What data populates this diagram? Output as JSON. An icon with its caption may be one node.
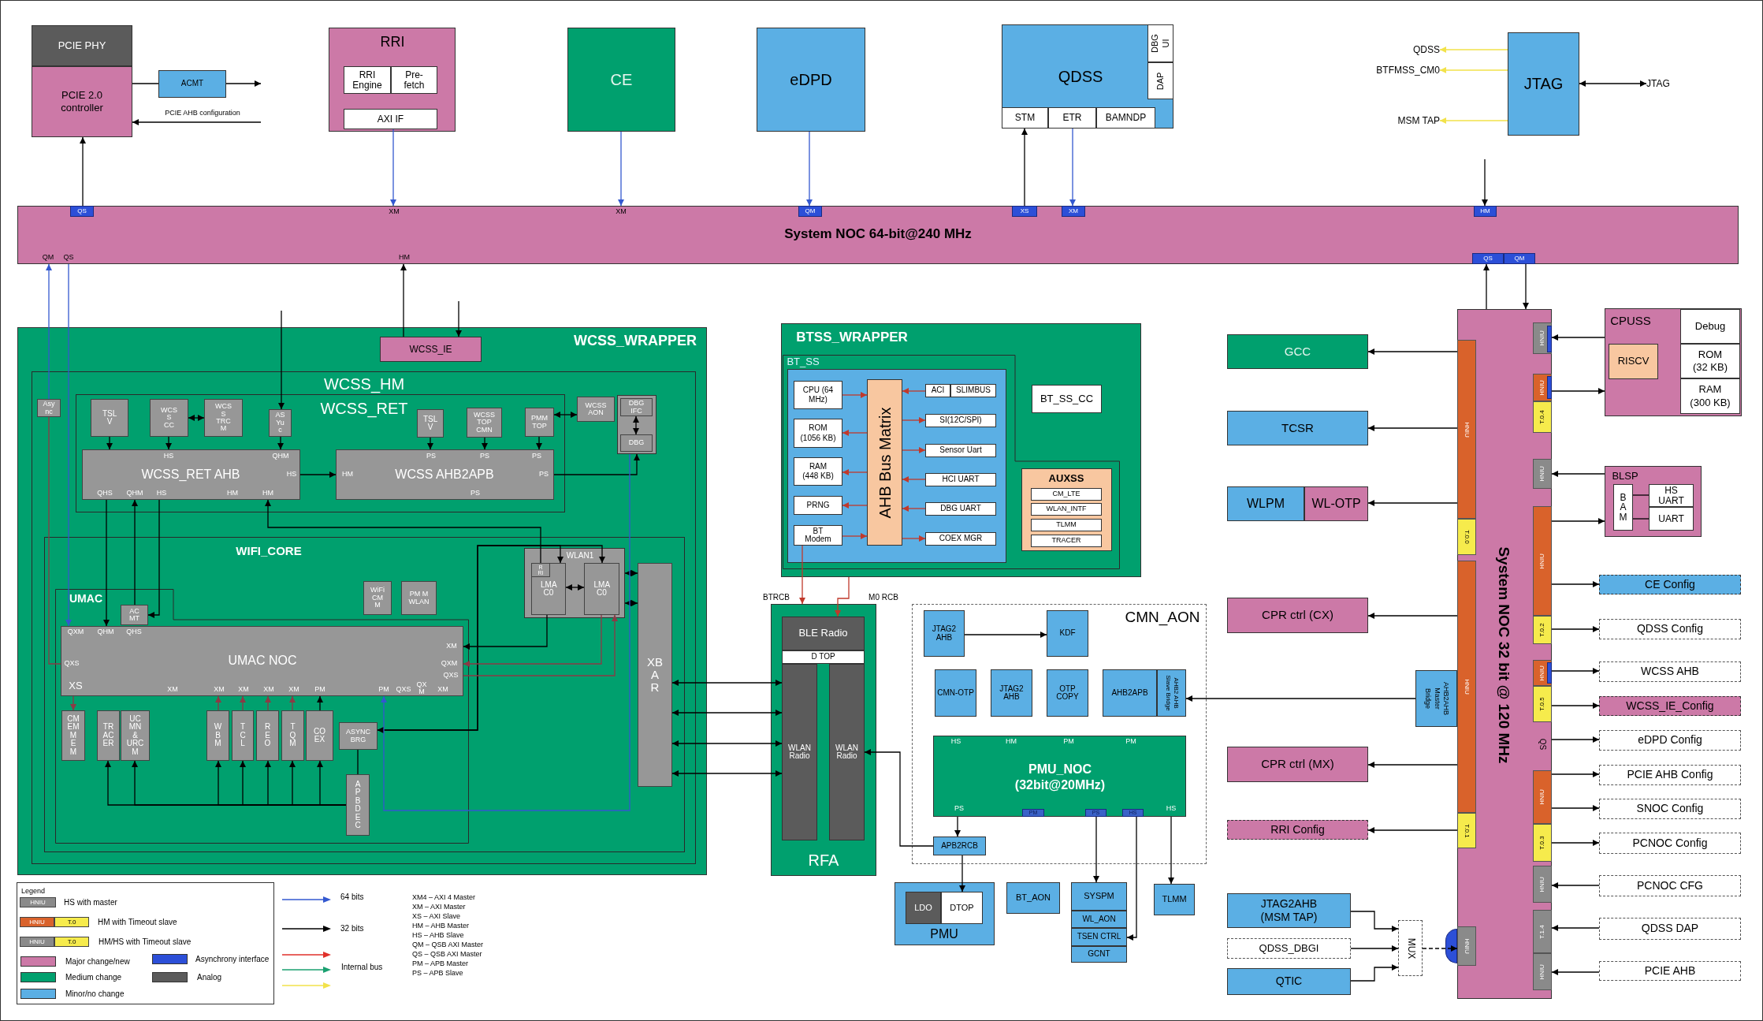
{
  "diagram": {
    "nodes": [
      {
        "text": [
          "PCIE PHY"
        ]
      },
      {
        "text": [
          "PCIE 2.0 controller"
        ]
      },
      {
        "text": [
          "ACMT"
        ]
      },
      {
        "text": [
          "RRI"
        ]
      },
      {
        "text": [
          "RRI Engine"
        ],
        "in": 3
      },
      {
        "text": [
          "Pre-fetch"
        ],
        "in": 3
      },
      {
        "text": [
          "AXI IF"
        ],
        "in": 3
      },
      {
        "text": [
          "CE"
        ]
      },
      {
        "text": [
          "eDPD"
        ]
      },
      {
        "text": [
          "QDSS"
        ]
      },
      {
        "text": [
          "DBG UI"
        ],
        "in": 9
      },
      {
        "text": [
          "DAP"
        ],
        "in": 9
      },
      {
        "text": [
          "STM"
        ],
        "in": 9
      },
      {
        "text": [
          "ETR"
        ],
        "in": 9
      },
      {
        "text": [
          "BAMNDP"
        ],
        "in": 9
      },
      {
        "text": [
          "QDSS"
        ]
      },
      {
        "text": [
          "MSM TAP"
        ]
      },
      {
        "text": [
          "JTAG"
        ]
      },
      {
        "text": [
          "JTAG"
        ]
      },
      {
        "text": [
          "XM",
          "XM",
          "System NOC 64-bit@240 MHz",
          "QM",
          "QS",
          "HM"
        ]
      },
      {
        "text": [
          "QS"
        ],
        "in": 19
      },
      {
        "text": [
          "QM"
        ],
        "in": 19
      },
      {
        "text": [
          "XS"
        ],
        "in": 19
      },
      {
        "text": [
          "XM"
        ],
        "in": 19
      },
      {
        "text": [
          "HM"
        ],
        "in": 19
      },
      {
        "text": [
          "QS"
        ],
        "in": 19
      },
      {
        "text": [
          "QM"
        ],
        "in": 19
      },
      {
        "text": [
          "WCSS_WRAPPER"
        ]
      },
      {
        "text": [
          "WCSS_IE"
        ],
        "in": 27
      },
      {
        "text": [
          "WCSS_HM"
        ],
        "in": 27
      },
      {
        "text": [
          "Asy nc"
        ],
        "in": 29
      },
      {
        "text": [
          "WCSS_RET"
        ],
        "in": 29
      },
      {
        "text": [
          "TSL V"
        ],
        "in": 31
      },
      {
        "text": [
          "WCS S CC"
        ],
        "in": 31
      },
      {
        "text": [
          "WCS S TRC M"
        ],
        "in": 31
      },
      {
        "text": [
          "AS Yu c"
        ],
        "in": 31
      },
      {
        "text": [
          "TSL V"
        ],
        "in": 31
      },
      {
        "text": [
          "WCSS TOP CMN"
        ],
        "in": 31
      },
      {
        "text": [
          "PMM TOP"
        ],
        "in": 31
      },
      {
        "text": [
          "HS",
          "QHM",
          "WCSS_RET AHB",
          "HS",
          "QHS",
          "QHM",
          "HS",
          "HM",
          "HM"
        ],
        "in": 31
      },
      {
        "text": [
          "PS",
          "PS",
          "PS",
          "HM",
          "WCSS AHB2APB",
          "PS",
          "PS"
        ],
        "in": 31
      },
      {
        "text": [
          "WCSS AON"
        ],
        "in": 29
      },
      {
        "text": [],
        "shape": "box",
        "in": 29
      },
      {
        "text": [
          "DBG IFC"
        ],
        "in": 42
      },
      {
        "text": [
          "DBG"
        ],
        "in": 42
      },
      {
        "text": [
          "WIFI_CORE"
        ],
        "in": 29
      },
      {
        "text": [
          "WLAN1"
        ],
        "in": 45
      },
      {
        "text": [
          "LMA C0"
        ],
        "in": 46
      },
      {
        "text": [
          "R RI"
        ],
        "in": 47
      },
      {
        "text": [
          "LMA C0"
        ],
        "in": 46
      },
      {
        "text": [
          "WiFi CM M"
        ],
        "in": 45
      },
      {
        "text": [
          "PM M WLAN"
        ],
        "in": 45
      },
      {
        "text": [
          "XB A R"
        ],
        "in": 45
      },
      {
        "text": [
          "UMAC"
        ],
        "in": 45
      },
      {
        "text": [
          "AC MT"
        ],
        "in": 53
      },
      {
        "text": [
          "QXM",
          "QHM",
          "QHS",
          "XM",
          "QXS",
          "UMAC NOC",
          "QXM",
          "QXS",
          "XS",
          "XM",
          "XM",
          "XM",
          "XM",
          "XM",
          "PM",
          "PM",
          "QXS",
          "QX M",
          "XM"
        ],
        "in": 53
      },
      {
        "text": [
          "CM EM M E M"
        ],
        "in": 53
      },
      {
        "text": [
          "TR AC ER"
        ],
        "in": 53
      },
      {
        "text": [
          "UC MN & URC M"
        ],
        "in": 53
      },
      {
        "text": [
          "W B M"
        ],
        "in": 53
      },
      {
        "text": [
          "T C L"
        ],
        "in": 53
      },
      {
        "text": [
          "R E O"
        ],
        "in": 53
      },
      {
        "text": [
          "T Q M"
        ],
        "in": 53
      },
      {
        "text": [
          "CO EX"
        ],
        "in": 53
      },
      {
        "text": [
          "ASYNC BRG"
        ],
        "in": 53
      },
      {
        "text": [
          "A P B D E C"
        ],
        "in": 53
      },
      {
        "text": [
          "BTSS_WRAPPER"
        ]
      },
      {
        "text": [
          "BT_SS"
        ],
        "in": 66
      },
      {
        "text": [
          "CPU (64 MHz)"
        ],
        "in": 67
      },
      {
        "text": [
          "ROM (1056 KB)"
        ],
        "in": 67
      },
      {
        "text": [
          "RAM (448 KB)"
        ],
        "in": 67
      },
      {
        "text": [
          "PRNG"
        ],
        "in": 67
      },
      {
        "text": [
          "BT Modem"
        ],
        "in": 67
      },
      {
        "text": [
          "AHB Bus Matrix"
        ],
        "in": 67
      },
      {
        "text": [
          "ACI"
        ],
        "in": 67
      },
      {
        "text": [
          "SLIMBUS"
        ],
        "in": 67
      },
      {
        "text": [
          "SI(12C/SPI)"
        ],
        "in": 67
      },
      {
        "text": [
          "Sensor Uart"
        ],
        "in": 67
      },
      {
        "text": [
          "HCI UART"
        ],
        "in": 67
      },
      {
        "text": [
          "DBG UART"
        ],
        "in": 67
      },
      {
        "text": [
          "COEX MGR"
        ],
        "in": 67
      },
      {
        "text": [
          "AUXSS"
        ],
        "in": 67
      },
      {
        "text": [
          "CM_LTE"
        ],
        "in": 81
      },
      {
        "text": [
          "WLAN_INTF"
        ],
        "in": 81
      },
      {
        "text": [
          "TLMM"
        ],
        "in": 81
      },
      {
        "text": [
          "TRACER"
        ],
        "in": 81
      },
      {
        "text": [
          "BT_SS_CC"
        ],
        "in": 66
      },
      {
        "text": [
          "RFA"
        ]
      },
      {
        "text": [
          "BLE Radio"
        ],
        "in": 87
      },
      {
        "text": [
          "D TOP"
        ],
        "in": 87
      },
      {
        "text": [
          "WLAN Radio"
        ],
        "in": 87
      },
      {
        "text": [
          "WLAN Radio"
        ],
        "in": 87
      },
      {
        "text": [
          "CMN_AON"
        ]
      },
      {
        "text": [
          "JTAG2 AHB"
        ],
        "in": 92
      },
      {
        "text": [
          "KDF"
        ],
        "in": 92
      },
      {
        "text": [
          "CMN-OTP"
        ],
        "in": 92
      },
      {
        "text": [
          "JTAG2 AHB"
        ],
        "in": 92
      },
      {
        "text": [
          "OTP COPY"
        ],
        "in": 92
      },
      {
        "text": [
          "AHB2APB"
        ],
        "in": 92
      },
      {
        "text": [
          "AHB2 AHB Slave Bridge"
        ],
        "in": 92
      },
      {
        "text": [
          "HS",
          "HM",
          "PM",
          "PM",
          "PMU_NOC (32bit@20MHz)",
          "PS",
          "HS"
        ],
        "in": 92
      },
      {
        "text": [
          "PM"
        ],
        "in": 100
      },
      {
        "text": [
          "PS"
        ],
        "in": 100
      },
      {
        "text": [
          "HS"
        ],
        "in": 100
      },
      {
        "text": [
          "APB2RCB"
        ],
        "in": 92
      },
      {
        "text": [
          "PMU"
        ]
      },
      {
        "text": [
          "LDO"
        ],
        "in": 105
      },
      {
        "text": [
          "DTOP"
        ],
        "in": 105
      },
      {
        "text": [
          "BT_AON"
        ]
      },
      {
        "text": [
          "SYSPM"
        ]
      },
      {
        "text": [
          "WL_AON"
        ]
      },
      {
        "text": [
          "TSEN CTRL"
        ]
      },
      {
        "text": [
          "GCNT"
        ]
      },
      {
        "text": [
          "TLMM"
        ]
      },
      {
        "text": [
          "GCC"
        ]
      },
      {
        "text": [
          "TCSR"
        ]
      },
      {
        "text": [
          "WLPM"
        ]
      },
      {
        "text": [
          "WL-OTP"
        ]
      },
      {
        "text": [
          "CPR ctrl (CX)"
        ]
      },
      {
        "text": [
          "CPR ctrl (MX)"
        ]
      },
      {
        "text": [
          "RRI Config"
        ]
      },
      {
        "text": [
          "JTAG2AHB (MSM TAP)"
        ]
      },
      {
        "text": [
          "QDSS_DBGI"
        ]
      },
      {
        "text": [
          "QTIC"
        ]
      },
      {
        "text": [
          "MUX"
        ]
      },
      {
        "text": [
          "AHB2AHB Master Bridge"
        ]
      },
      {
        "text": [
          "System NOC 32 bit @ 120 MHz",
          "QS"
        ]
      },
      {
        "text": [
          "HNIU"
        ],
        "in": 126
      },
      {
        "text": [
          "T.0.0"
        ],
        "in": 126
      },
      {
        "text": [
          "HNIU"
        ],
        "in": 126
      },
      {
        "text": [
          "T.0.1"
        ],
        "in": 126
      },
      {
        "text": [
          "HNIU"
        ],
        "in": 126
      },
      {
        "text": [
          "HNIU"
        ],
        "in": 126
      },
      {
        "text": [
          "HNIU"
        ],
        "in": 126
      },
      {
        "text": [
          "T.0.4"
        ],
        "in": 126
      },
      {
        "text": [
          "HNIU"
        ],
        "in": 126
      },
      {
        "text": [
          "HNIU"
        ],
        "in": 126
      },
      {
        "text": [
          "T.0.2"
        ],
        "in": 126
      },
      {
        "text": [
          "HNIU"
        ],
        "in": 126
      },
      {
        "text": [
          "T.0.5"
        ],
        "in": 126
      },
      {
        "text": [
          "HNIU"
        ],
        "in": 126
      },
      {
        "text": [
          "T.0.3"
        ],
        "in": 126
      },
      {
        "text": [
          "HNIU"
        ],
        "in": 126
      },
      {
        "text": [
          "T.1.4"
        ],
        "in": 126
      },
      {
        "text": [
          "HNIU"
        ],
        "in": 126
      },
      {
        "text": [
          "CPUSS"
        ]
      },
      {
        "text": [
          "Debug"
        ],
        "in": 145
      },
      {
        "text": [
          "ROM (32 KB)"
        ],
        "in": 145
      },
      {
        "text": [
          "RAM (300 KB)"
        ],
        "in": 145
      },
      {
        "text": [
          "RISCV"
        ],
        "in": 145
      },
      {
        "text": [
          "BLSP"
        ]
      },
      {
        "text": [
          "B A M"
        ],
        "in": 150
      },
      {
        "text": [
          "HS UART"
        ],
        "in": 150
      },
      {
        "text": [
          "UART"
        ],
        "in": 150
      },
      {
        "text": [
          "CE Config"
        ]
      },
      {
        "text": [
          "QDSS Config"
        ]
      },
      {
        "text": [
          "WCSS AHB"
        ]
      },
      {
        "text": [
          "WCSS_IE_Config"
        ]
      },
      {
        "text": [
          "eDPD Config"
        ]
      },
      {
        "text": [
          "PCIE AHB Config"
        ]
      },
      {
        "text": [
          "SNOC Config"
        ]
      },
      {
        "text": [
          "PCNOC Config"
        ]
      },
      {
        "text": [
          "PCNOC CFG"
        ]
      },
      {
        "text": [
          "QDSS DAP"
        ]
      },
      {
        "text": [
          "PCIE AHB"
        ]
      },
      {
        "text": [
          "BTFMSS_CM0"
        ]
      }
    ],
    "edges": [
      {
        "from": 1,
        "to": 2,
        "arrow": "none"
      },
      {
        "from": 2,
        "to": null,
        "arrow": "to"
      },
      {
        "from": null,
        "to": 1,
        "arrow": "to",
        "label": "PCIE AHB configuration"
      },
      {
        "from": 20,
        "to": 1,
        "arrow": "to"
      },
      {
        "from": 6,
        "to": 19,
        "arrow": "to",
        "color": "#3358d0"
      },
      {
        "from": 7,
        "to": 19,
        "arrow": "to",
        "color": "#3358d0"
      },
      {
        "from": 8,
        "to": 21,
        "arrow": "to",
        "color": "#3358d0"
      },
      {
        "from": 22,
        "to": 12,
        "arrow": "to"
      },
      {
        "from": 13,
        "to": 23,
        "arrow": "to",
        "color": "#3358d0"
      },
      {
        "from": 17,
        "to": 15,
        "arrow": "to",
        "color": "#f2e24a"
      },
      {
        "from": 17,
        "to": 165,
        "arrow": "to",
        "color": "#f2e24a"
      },
      {
        "from": 17,
        "to": 16,
        "arrow": "to",
        "color": "#f2e24a"
      },
      {
        "from": 17,
        "to": 18,
        "arrow": "both"
      },
      {
        "from": null,
        "to": 24,
        "arrow": "to"
      },
      {
        "from": 126,
        "to": 25,
        "arrow": "to"
      },
      {
        "from": 26,
        "to": 126,
        "arrow": "to"
      },
      {
        "from": 30,
        "to": 19,
        "arrow": "to",
        "color": "#3358d0"
      },
      {
        "from": 55,
        "to": 30,
        "arrow": "none",
        "color": "#8b3a45"
      },
      {
        "from": 19,
        "to": 55,
        "arrow": "to",
        "color": "#3358d0"
      },
      {
        "from": 28,
        "to": 19,
        "arrow": "to"
      },
      {
        "from": null,
        "to": 28,
        "arrow": "to"
      },
      {
        "from": null,
        "to": 35,
        "arrow": "to"
      },
      {
        "from": 32,
        "to": 39,
        "arrow": "to"
      },
      {
        "from": 33,
        "to": 39,
        "arrow": "to"
      },
      {
        "from": 33,
        "to": 34,
        "arrow": "both"
      },
      {
        "from": 35,
        "to": 39,
        "arrow": "to"
      },
      {
        "from": 36,
        "to": 40,
        "arrow": "to"
      },
      {
        "from": 37,
        "to": 40,
        "arrow": "to"
      },
      {
        "from": 38,
        "to": 40,
        "arrow": "to"
      },
      {
        "from": 38,
        "to": 41,
        "arrow": "both"
      },
      {
        "from": 43,
        "to": 44,
        "arrow": "both"
      },
      {
        "from": 39,
        "to": 40,
        "arrow": "to"
      },
      {
        "from": 40,
        "to": 42,
        "arrow": "to"
      },
      {
        "from": 39,
        "to": 55,
        "arrow": "to"
      },
      {
        "from": 54,
        "to": 39,
        "arrow": "to"
      },
      {
        "from": 39,
        "to": 54,
        "arrow": "to"
      },
      {
        "from": 48,
        "to": 39,
        "arrow": "to"
      },
      {
        "from": 64,
        "to": 47,
        "arrow": "both"
      },
      {
        "from": 64,
        "to": 49,
        "arrow": "both"
      },
      {
        "from": 47,
        "to": 55,
        "arrow": "to"
      },
      {
        "from": 49,
        "to": 55,
        "arrow": "to",
        "color": "#8b3a45"
      },
      {
        "from": 55,
        "to": 49,
        "arrow": "to",
        "color": "#8b3a45"
      },
      {
        "from": 47,
        "to": 49,
        "arrow": "both"
      },
      {
        "from": 46,
        "to": 52,
        "arrow": "both"
      },
      {
        "from": 46,
        "to": 52,
        "arrow": "both"
      },
      {
        "from": 55,
        "to": 56,
        "arrow": "to",
        "color": "#8b3a45"
      },
      {
        "from": 59,
        "to": 55,
        "arrow": "to",
        "color": "#8b3a45"
      },
      {
        "from": 60,
        "to": 55,
        "arrow": "to",
        "color": "#8b3a45"
      },
      {
        "from": 61,
        "to": 55,
        "arrow": "to",
        "color": "#8b3a45"
      },
      {
        "from": 62,
        "to": 55,
        "arrow": "to",
        "color": "#8b3a45"
      },
      {
        "from": 63,
        "to": 55,
        "arrow": "to"
      },
      {
        "from": 65,
        "to": 57,
        "arrow": "to"
      },
      {
        "from": 65,
        "to": 58,
        "arrow": "to"
      },
      {
        "from": 65,
        "to": 59,
        "arrow": "to"
      },
      {
        "from": 65,
        "to": 60,
        "arrow": "to"
      },
      {
        "from": 65,
        "to": 61,
        "arrow": "to"
      },
      {
        "from": 65,
        "to": 62,
        "arrow": "to"
      },
      {
        "from": 65,
        "to": 63,
        "arrow": "to"
      },
      {
        "from": 64,
        "to": 65,
        "arrow": "none"
      },
      {
        "from": 42,
        "to": 55,
        "arrow": "to",
        "color": "#3358d0"
      },
      {
        "from": 52,
        "to": 90,
        "arrow": "both"
      },
      {
        "from": 52,
        "to": 90,
        "arrow": "both"
      },
      {
        "from": 52,
        "to": 90,
        "arrow": "both"
      },
      {
        "from": 52,
        "to": 90,
        "arrow": "both"
      },
      {
        "from": 68,
        "to": 73,
        "arrow": "to",
        "color": "#c0392b"
      },
      {
        "from": 73,
        "to": 69,
        "arrow": "to",
        "color": "#c0392b"
      },
      {
        "from": 73,
        "to": 70,
        "arrow": "to",
        "color": "#c0392b"
      },
      {
        "from": 73,
        "to": 71,
        "arrow": "to",
        "color": "#c0392b"
      },
      {
        "from": 72,
        "to": 73,
        "arrow": "to",
        "color": "#c0392b"
      },
      {
        "from": 74,
        "to": 73,
        "arrow": "to",
        "color": "#c0392b"
      },
      {
        "from": 73,
        "to": 76,
        "arrow": "to",
        "color": "#c0392b"
      },
      {
        "from": 73,
        "to": 77,
        "arrow": "to",
        "color": "#c0392b"
      },
      {
        "from": 78,
        "to": 73,
        "arrow": "to",
        "color": "#c0392b"
      },
      {
        "from": 79,
        "to": 73,
        "arrow": "to",
        "color": "#c0392b"
      },
      {
        "from": 73,
        "to": 80,
        "arrow": "to",
        "color": "#c0392b"
      },
      {
        "from": 72,
        "to": 87,
        "arrow": "to",
        "label": "BTRCB",
        "color": "#c0392b"
      },
      {
        "from": 66,
        "to": 88,
        "arrow": "to",
        "label": "M0 RCB",
        "color": "#c0392b"
      },
      {
        "from": 104,
        "to": 91,
        "arrow": "to"
      },
      {
        "from": 93,
        "to": 94,
        "arrow": "to"
      },
      {
        "from": 125,
        "to": 99,
        "arrow": "to"
      },
      {
        "from": 100,
        "to": 104,
        "arrow": "to"
      },
      {
        "from": 104,
        "to": 107,
        "arrow": "to"
      },
      {
        "from": 102,
        "to": 109,
        "arrow": "to"
      },
      {
        "from": 103,
        "to": 111,
        "arrow": "to"
      },
      {
        "from": 100,
        "to": 113,
        "arrow": "to"
      },
      {
        "from": 127,
        "to": 114,
        "arrow": "to"
      },
      {
        "from": 127,
        "to": 115,
        "arrow": "to"
      },
      {
        "from": 127,
        "to": 117,
        "arrow": "to"
      },
      {
        "from": 129,
        "to": 118,
        "arrow": "to"
      },
      {
        "from": 129,
        "to": 119,
        "arrow": "to"
      },
      {
        "from": 130,
        "to": 120,
        "arrow": "to"
      },
      {
        "from": 121,
        "to": 124,
        "arrow": "to"
      },
      {
        "from": 122,
        "to": 124,
        "arrow": "to"
      },
      {
        "from": 123,
        "to": 124,
        "arrow": "to"
      },
      {
        "from": 124,
        "to": 131,
        "arrow": "to",
        "style": "dashed"
      },
      {
        "from": 145,
        "to": 132,
        "arrow": "to"
      },
      {
        "from": 133,
        "to": 145,
        "arrow": "to"
      },
      {
        "from": 150,
        "to": 135,
        "arrow": "to"
      },
      {
        "from": 136,
        "to": 150,
        "arrow": "to"
      },
      {
        "from": 136,
        "to": 154,
        "arrow": "to"
      },
      {
        "from": 137,
        "to": 155,
        "arrow": "to"
      },
      {
        "from": 138,
        "to": 156,
        "arrow": "to"
      },
      {
        "from": 139,
        "to": 157,
        "arrow": "to"
      },
      {
        "from": 126,
        "to": 158,
        "arrow": "to"
      },
      {
        "from": 140,
        "to": 159,
        "arrow": "to"
      },
      {
        "from": 140,
        "to": 160,
        "arrow": "to"
      },
      {
        "from": 141,
        "to": 161,
        "arrow": "to"
      },
      {
        "from": 162,
        "to": 142,
        "arrow": "to"
      },
      {
        "from": 163,
        "to": 143,
        "arrow": "to"
      },
      {
        "from": 164,
        "to": 144,
        "arrow": "to"
      },
      {
        "from": 151,
        "to": 152,
        "arrow": "none"
      },
      {
        "from": 151,
        "to": 153,
        "arrow": "none"
      }
    ],
    "labels": [
      "Legend",
      "HNIU",
      "HNIU",
      "T.0",
      "HNIU",
      "T.0",
      "XM4 – AXI 4 Master",
      "XM – AXI Master",
      "XS – AXI Slave",
      "HM – AHB Master",
      "HS – AHB Slave",
      "QM – QSB AXI Master",
      "QS – QSB AXI Master",
      "PM – APB Master",
      "PS – APB Slave"
    ],
    "legend": [
      {
        "text": "HS with master"
      },
      {
        "text": "HM with Timeout slave"
      },
      {
        "text": "HM/HS with Timeout slave"
      },
      {
        "text": "Major change/new",
        "color": "#cc79a7"
      },
      {
        "text": "Asynchrony interface",
        "color": "#2c4fd8"
      },
      {
        "text": "Medium change",
        "color": "#00a06e"
      },
      {
        "text": "Analog",
        "color": "#5b5b5b"
      },
      {
        "text": "Minor/no change",
        "color": "#5bafe4"
      },
      {
        "text": "64 bits"
      },
      {
        "text": "32 bits"
      },
      {
        "text": "Internal bus"
      }
    ]
  }
}
